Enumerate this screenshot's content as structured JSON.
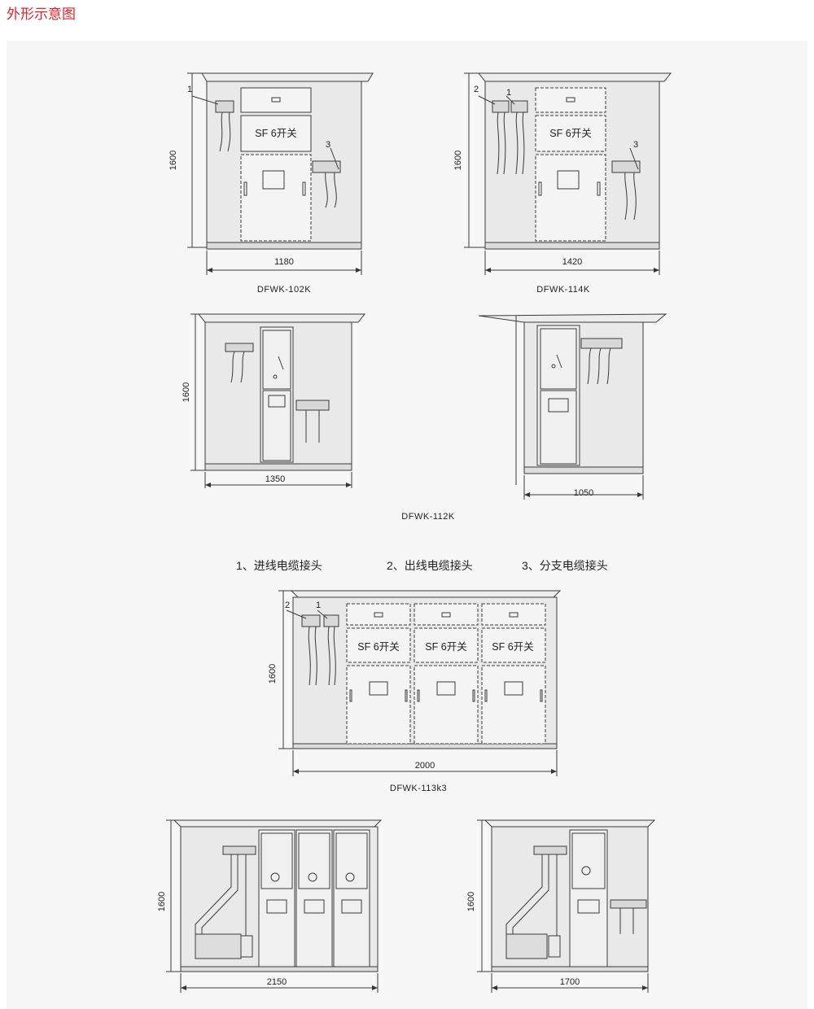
{
  "heading": "外形示意图",
  "colors": {
    "heading": "#e4222a",
    "panel_bg": "#f6f6f6",
    "line": "#3a3a3a",
    "cabinet_fill": "#e9e9e9",
    "door_fill": "#f4f4f4"
  },
  "switch_label": "SF 6开关",
  "legend": [
    "1、进线电缆接头",
    "2、出线电缆接头",
    "3、分支电缆接头"
  ],
  "callouts": [
    "1",
    "2",
    "3"
  ],
  "diagrams": [
    {
      "model": "DFWK-102K",
      "height": "1600",
      "width": "1180"
    },
    {
      "model": "DFWK-114K",
      "height": "1600",
      "width": "1420"
    },
    {
      "model": "DFWK-112K",
      "height": "1600",
      "width": "1350",
      "width2": "1050"
    },
    {
      "model": "DFWK-113k3",
      "height": "1600",
      "width": "2000"
    },
    {
      "model": "",
      "height": "1600",
      "width": "2150"
    },
    {
      "model": "",
      "height": "1600",
      "width": "1700"
    }
  ]
}
